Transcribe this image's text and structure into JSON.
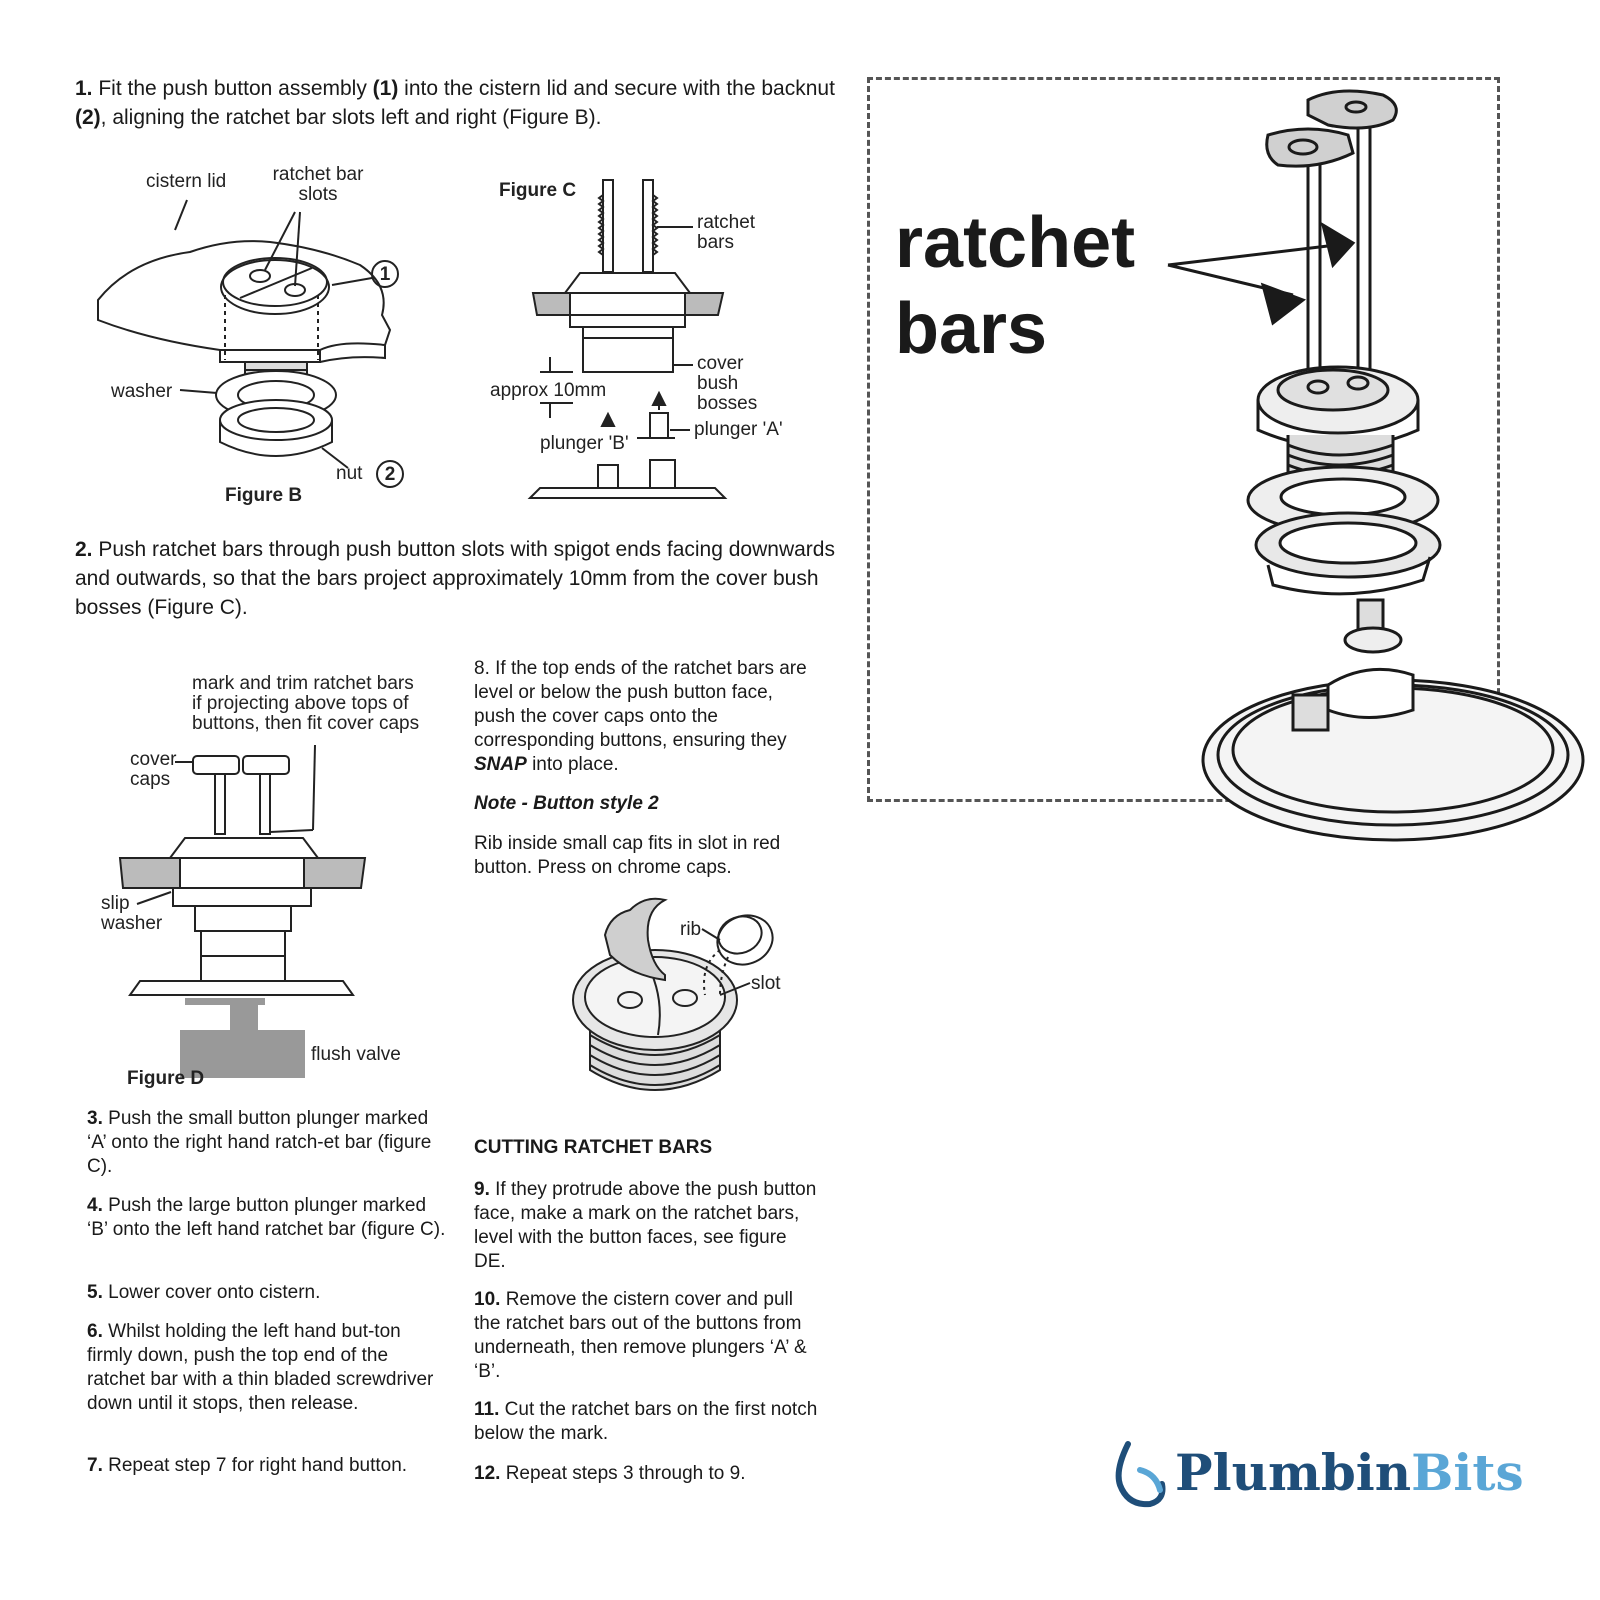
{
  "steps": {
    "s1_num": "1.",
    "s1_a": "Fit the push button assembly ",
    "s1_b": "(1)",
    "s1_c": " into the cistern lid and secure with the backnut ",
    "s1_d": "(2)",
    "s1_e": ", aligning the ratchet bar slots left and right (Figure B).",
    "s2_num": "2.",
    "s2_text": "Push ratchet bars through push button slots with spigot ends facing downwards and outwards, so that the bars project approximately 10mm from the cover bush bosses (Figure C).",
    "s3_num": "3.",
    "s3_text": "Push the small button plunger marked ‘A’ onto the right hand ratch-et bar (figure C).",
    "s4_num": "4.",
    "s4_text": "Push the large button plunger marked ‘B’ onto the left hand ratchet bar (figure C).",
    "s5_num": "5.",
    "s5_text": "Lower cover onto cistern.",
    "s6_num": "6.",
    "s6_text": "Whilst holding the left hand but-ton firmly down, push the top end of the ratchet bar with a thin bladed screwdriver down until it stops, then release.",
    "s7_num": "7.",
    "s7_text": "Repeat step 7 for right hand button.",
    "s8_a": "8. If the top ends of the ratchet bars are level or below the push button face, push the cover caps onto the corresponding buttons,  ensuring they ",
    "s8_snap": "SNAP",
    "s8_b": " into place.",
    "note_title": "Note - Button style 2",
    "note_text": "Rib inside small cap fits in slot in red button. Press on chrome caps.",
    "cutting_heading": "CUTTING RATCHET BARS",
    "s9_num": "9.",
    "s9_text": "If they protrude above the push button face, make a mark on the ratchet bars, level with the button faces, see figure DE.",
    "s10_num": "10.",
    "s10_text": "Remove the cistern cover and pull the ratchet bars out of the buttons from underneath, then remove plungers ‘A’ & ‘B’.",
    "s11_num": "11.",
    "s11_text": "Cut the ratchet bars on the first notch below the mark.",
    "s12_num": "12.",
    "s12_text": "Repeat steps 3 through to 9."
  },
  "figB": {
    "title": "Figure B",
    "cistern_lid": "cistern lid",
    "ratchet_slots_1": "ratchet bar",
    "ratchet_slots_2": "slots",
    "washer": "washer",
    "nut": "nut",
    "callout_1": "1",
    "callout_2": "2"
  },
  "figC": {
    "title": "Figure C",
    "ratchet_bars_1": "ratchet",
    "ratchet_bars_2": "bars",
    "approx": "approx 10mm",
    "cover_1": "cover",
    "cover_2": "bush",
    "cover_3": "bosses",
    "plunger_a": "plunger 'A'",
    "plunger_b": "plunger 'B'"
  },
  "figD": {
    "title": "Figure D",
    "mark_1": "mark and trim ratchet bars",
    "mark_2": "if projecting above tops of",
    "mark_3": "buttons, then fit cover caps",
    "cover_caps_1": "cover",
    "cover_caps_2": "caps",
    "slip_1": "slip",
    "slip_2": "washer",
    "flush_valve": "flush valve"
  },
  "capfig": {
    "rib": "rib",
    "slot": "slot"
  },
  "inset": {
    "label_1": "ratchet",
    "label_2": "bars"
  },
  "logo": {
    "part1": "Plumbin",
    "part2": "Bits",
    "colors": {
      "plumb": "#1f4e79",
      "bits": "#5aa6d6"
    }
  }
}
